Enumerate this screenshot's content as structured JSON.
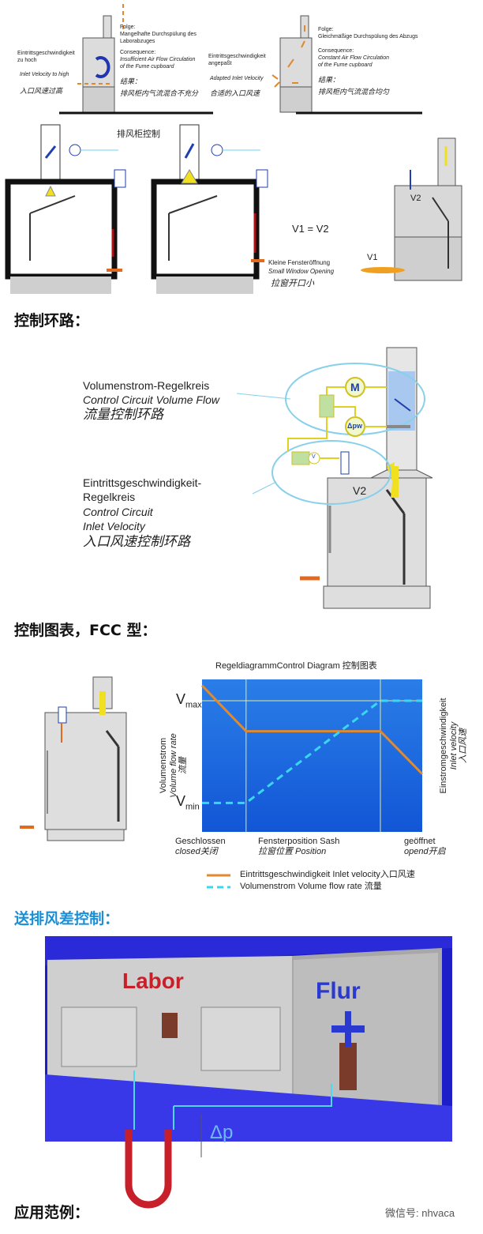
{
  "top": {
    "left": {
      "inlet_de": [
        "Eintrittsgeschwindigkeit",
        "zu hoch"
      ],
      "inlet_en": "Inlet Velocity to high",
      "inlet_zh": "入口风速过高",
      "folge": [
        "Folge:",
        "Mangelhafte Durchspülung des",
        "Laborabzuges"
      ],
      "consequence": "Consequence:",
      "consequence_en": [
        "Insufficient Air Flow Circulation",
        "of the Fume cupboard"
      ],
      "result_zh": [
        "结果：",
        "排风柜内气流混合不充分"
      ]
    },
    "right": {
      "inlet_de": [
        "Eintrittsgeschwindigkeit",
        "angepaßt"
      ],
      "inlet_en": "Adapted Inlet Velocity",
      "inlet_zh": "合适的入口风速",
      "folge": [
        "Folge:",
        "Gleichmäßige Durchspülung des Abzugs"
      ],
      "consequence": "Consequence:",
      "consequence_en": [
        "Constant Air Flow Circulation",
        "of the Fume cupboard"
      ],
      "result_zh": [
        "结果：",
        "排风柜内气流混合均匀"
      ]
    }
  },
  "control": {
    "title": "排风柜控制",
    "equation": "V1 = V2",
    "window_de": "Kleine Fensteröffnung",
    "window_en": "Small Window Opening",
    "window_zh": "拉窗开口小",
    "v1": "V1",
    "v2": "V2"
  },
  "section1": {
    "heading": "控制环路："
  },
  "loop": {
    "volume_de": "Volumenstrom-Regelkreis",
    "volume_en": "Control Circuit Volume Flow",
    "volume_zh": "流量控制环路",
    "inlet_de": [
      "Eintrittsgeschwindigkeit-",
      "Regelkreis"
    ],
    "inlet_en": [
      "Control Circuit",
      "Inlet Velocity"
    ],
    "inlet_zh": "入口风速控制环路",
    "motor": "M",
    "dp": "Δpw",
    "v": "V",
    "v2": "V2"
  },
  "section2": {
    "heading": "控制图表，FCC 型："
  },
  "chart_data": {
    "type": "line",
    "title": "RegeldiagrammControl Diagram  控制图表",
    "xlabel": [
      "Fensterposition  Sash",
      "拉窗位置  Position"
    ],
    "x_tick_left": [
      "Geschlossen",
      "closed关闭"
    ],
    "x_tick_right": [
      "geöffnet",
      "opend开启"
    ],
    "ylabel_left": [
      "Volumenstrom",
      "Volume flow rate",
      "流量"
    ],
    "ylabel_right": [
      "Einstromgeschwindigkeit",
      "Inlet velocity",
      "入口风速"
    ],
    "y_ticks": [
      {
        "label": "V",
        "sub": "max",
        "value": 86
      },
      {
        "label": "V",
        "sub": "min",
        "value": 19
      }
    ],
    "xlim": [
      0,
      100
    ],
    "ylim": [
      0,
      100
    ],
    "vlines": [
      20,
      81
    ],
    "grid": false,
    "series": [
      {
        "name": "Eintrittsgeschwindigkeit  Inlet velocity入口风速",
        "color": "#e0892e",
        "dash": false,
        "x": [
          0,
          20,
          81,
          100
        ],
        "y": [
          96,
          66,
          66,
          38
        ]
      },
      {
        "name": "Volumenstrom   Volume flow rate 流量",
        "color": "#39d8f0",
        "dash": true,
        "x": [
          0,
          20,
          81,
          100
        ],
        "y": [
          19,
          19,
          86,
          86
        ]
      }
    ],
    "legend": "bottom"
  },
  "section3": {
    "heading": "送排风差控制："
  },
  "room": {
    "labor": "Labor",
    "flur": "Flur",
    "dp": "Δp"
  },
  "section4": {
    "heading": "应用范例："
  },
  "watermark": "微信号: nhvaca",
  "colors": {
    "blue_heading": "#1a8fd6",
    "chart_bg": "#1f6fe0",
    "orange": "#e0892e",
    "cyan": "#39d8f0"
  }
}
